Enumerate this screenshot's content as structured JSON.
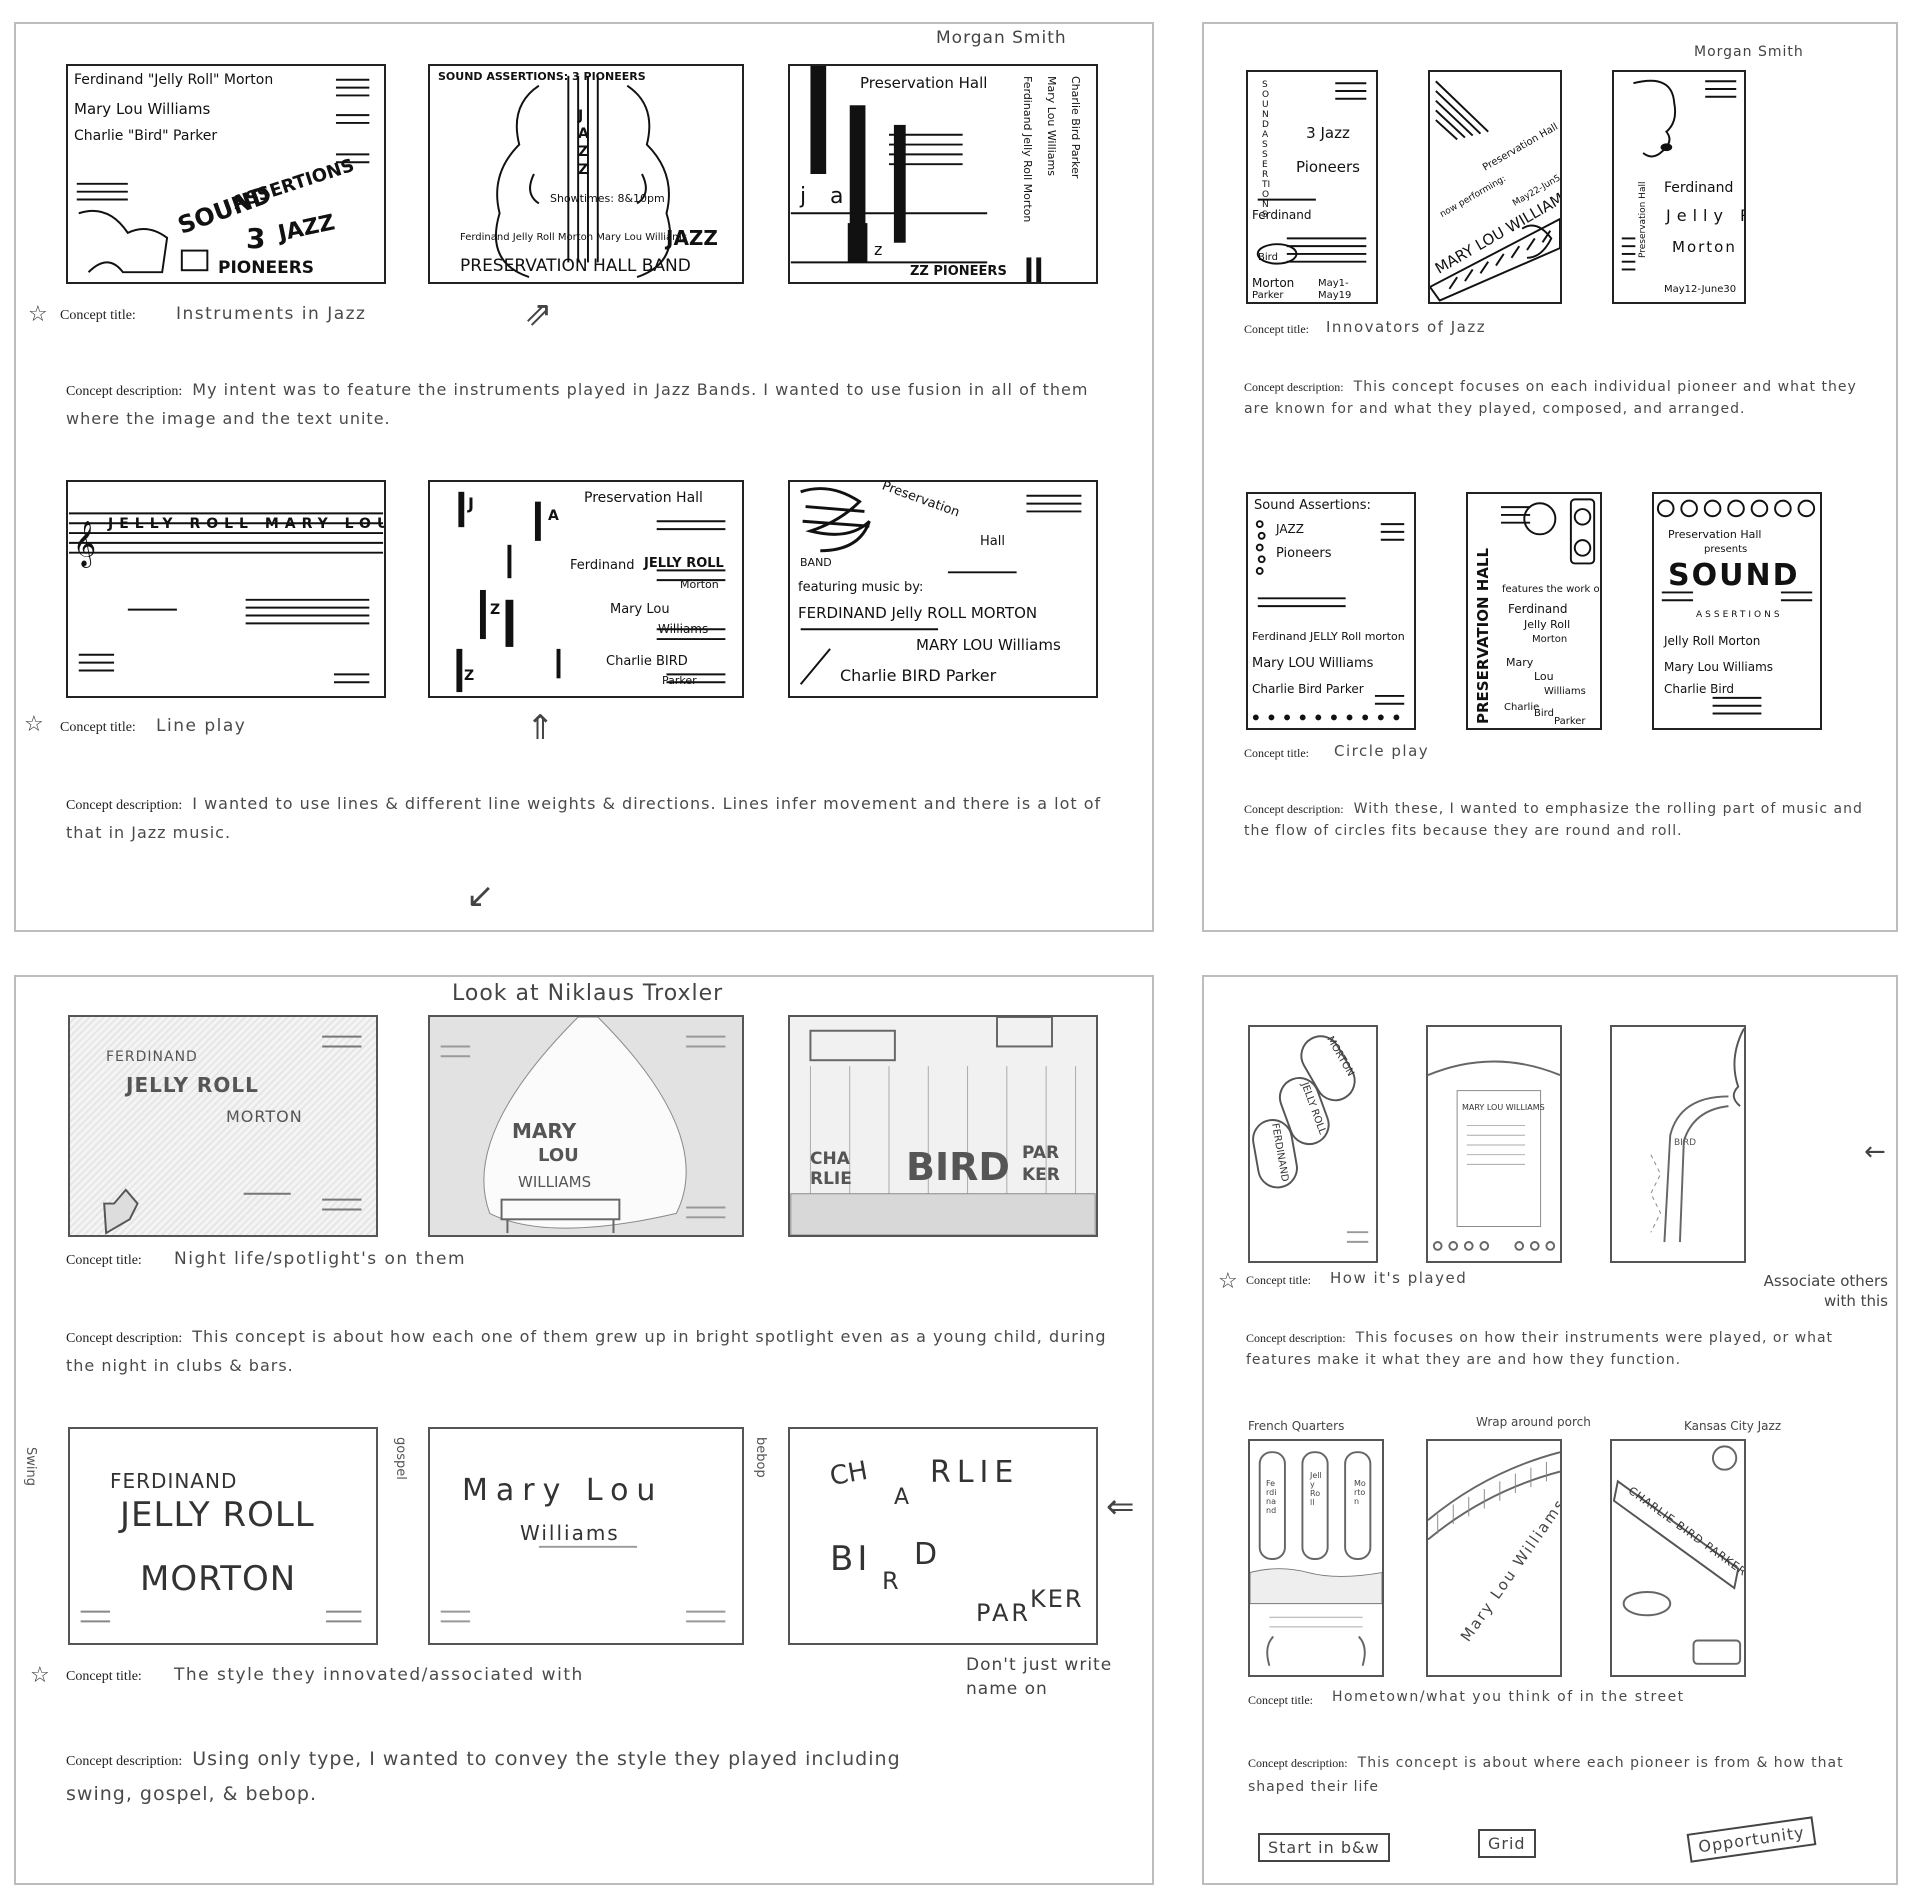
{
  "author": "Morgan Smith",
  "sheets": {
    "top_left": {
      "row1": {
        "frame1": {
          "name_lines": [
            "Ferdinand \"Jelly Roll\" Morton",
            "Mary Lou Williams",
            "Charlie \"Bird\" Parker"
          ],
          "word_sound": "SOUND",
          "word_assertions": "ASSERTIONS",
          "word_three": "3",
          "word_jazz": "JAZZ",
          "word_pioneers": "PIONEERS"
        },
        "frame2": {
          "top": "SOUND ASSERTIONS: 3 PIONEERS",
          "jazz_letters": [
            "J",
            "A",
            "Z",
            "Z"
          ],
          "showtimes": "Showtimes: 8&10pm",
          "names": "Ferdinand Jelly Roll Morton  Mary Lou Williams",
          "jazz": "JAZZ",
          "band": "PRESERVATION HALL BAND"
        },
        "frame3": {
          "top": "Preservation Hall",
          "side_names": [
            "Ferdinand Jelly Roll Morton",
            "Mary Lou Williams",
            "Charlie Bird Parker"
          ],
          "letters": [
            "j",
            "a",
            "z"
          ],
          "bottom": "ZZ PIONEERS"
        },
        "title_label": "Concept title:",
        "title": "Instruments in Jazz",
        "desc_label": "Concept description:",
        "desc": "My intent was to feature the instruments played in Jazz Bands. I wanted to use fusion in all of them where the image and the text unite."
      },
      "row2": {
        "frame1": {
          "staff_text": "JELLY ROLL  MARY LOU  CHARLIE BIRD"
        },
        "frame2": {
          "top": "Preservation Hall",
          "letters": [
            "J",
            "A",
            "Z",
            "Z"
          ],
          "name1a": "Ferdinand",
          "name1b": "JELLY ROLL",
          "name1c": "Morton",
          "name2a": "Mary Lou",
          "name2b": "Williams",
          "name3a": "Charlie BIRD",
          "name3b": "Parker"
        },
        "frame3": {
          "top1": "Preservation",
          "top2": "Hall",
          "band": "BAND",
          "featuring": "featuring music by:",
          "name1": "FERDINAND Jelly ROLL MORTON",
          "name2": "MARY LOU Williams",
          "name3": "Charlie BIRD Parker"
        },
        "title_label": "Concept title:",
        "title": "Line play",
        "desc_label": "Concept description:",
        "desc": "I wanted to use lines & different line weights & directions. Lines infer movement and there is a lot of that in Jazz music."
      }
    },
    "top_right": {
      "row1": {
        "frame1": {
          "side": "SOUND ASSERTIONS",
          "big": "3 Jazz Pioneers",
          "name1": "Ferdinand",
          "name2": "Bird",
          "name3": "Morton",
          "name4": "Parker",
          "date": "May1-May19"
        },
        "frame2": {
          "top": "Preservation Hall",
          "presents": "now performing:",
          "name": "MARY LOU WILLIAMS",
          "date": "May22-Jun5"
        },
        "frame3": {
          "side": "Preservation Hall",
          "name1": "Ferdinand",
          "name2": "Jelly Roll",
          "name3": "Morton",
          "date": "May12-June30"
        },
        "title_label": "Concept title:",
        "title": "Innovators of Jazz",
        "desc_label": "Concept description:",
        "desc": "This concept focuses on each individual pioneer and what they are known for and what they played, composed, and arranged."
      },
      "row2": {
        "frame1": {
          "top": "Sound Assertions:",
          "sub1": "JAZZ",
          "sub2": "Pioneers",
          "name1": "Ferdinand JELLY Roll morton",
          "name2": "Mary LOU Williams",
          "name3": "Charlie Bird Parker"
        },
        "frame2": {
          "side": "PRESERVATION HALL",
          "features": "features the work of:",
          "name1a": "Ferdinand",
          "name1b": "Jelly Roll",
          "name1c": "Morton",
          "name2a": "Mary",
          "name2b": "Lou",
          "name2c": "Williams",
          "name3a": "Charlie",
          "name3b": "Bird",
          "name3c": "Parker"
        },
        "frame3": {
          "top": "Preservation Hall",
          "presents": "presents",
          "big": "SOUND",
          "sub": "ASSERTIONS",
          "name1": "Jelly Roll Morton",
          "name2": "Mary Lou Williams",
          "name3": "Charlie Bird"
        },
        "title_label": "Concept title:",
        "title": "Circle play",
        "desc_label": "Concept description:",
        "desc": "With these, I wanted to emphasize the rolling part of music and the flow of circles fits because they are round and roll."
      }
    },
    "bottom_left": {
      "note": "Look at Niklaus Troxler",
      "row1": {
        "frame1": {
          "l1": "FERDINAND",
          "l2": "JELLY ROLL",
          "l3": "MORTON"
        },
        "frame2": {
          "l1": "MARY",
          "l2": "LOU",
          "l3": "WILLIAMS"
        },
        "frame3": {
          "l1": "CHA",
          "l2": "RLIE",
          "l3": "BIRD",
          "l4": "PAR",
          "l5": "KER"
        },
        "title_label": "Concept title:",
        "title": "Night life/spotlight's on them",
        "desc_label": "Concept description:",
        "desc": "This concept is about how each one of them grew up in bright spotlight even as a young child, during the night in clubs & bars."
      },
      "row2": {
        "side1": "Swing",
        "side2": "gospel",
        "side3": "bebop",
        "frame1": {
          "l1": "FERDINAND",
          "l2": "JELLY ROLL",
          "l3": "MORTON"
        },
        "frame2": {
          "l1": "Mary Lou",
          "l2": "Williams"
        },
        "frame3": {
          "l1": "CH",
          "l2": "A",
          "l3": "RLIE",
          "l4": "BI",
          "l5": "R",
          "l6": "D",
          "l7": "PAR",
          "l8": "KER"
        },
        "note": "Don't just write name on",
        "title_label": "Concept title:",
        "title": "The style they innovated/associated with",
        "desc_label": "Concept description:",
        "desc": "Using only type, I wanted to convey the style they played including swing, gospel, & bebop."
      }
    },
    "bottom_right": {
      "row1": {
        "frame1": {
          "l1": "MORTON",
          "l2": "JELLY ROLL",
          "l3": "FERDINAND"
        },
        "frame2": {
          "l1": "MARY LOU WILLIAMS"
        },
        "frame3": {
          "l1": "BIRD"
        },
        "note": "Associate others with this",
        "title_label": "Concept title:",
        "title": "How it's played",
        "desc_label": "Concept description:",
        "desc": "This focuses on how their instruments were played, or what features make it what they are and how they function."
      },
      "row2": {
        "cap1": "French Quarters",
        "cap2": "Wrap around porch",
        "cap3": "Kansas City Jazz",
        "frame1": {
          "c1": "Ferdinand",
          "c2": "Jelly Roll",
          "c3": "Morton"
        },
        "frame2": {
          "l1": "Mary Lou Williams"
        },
        "frame3": {
          "l1": "CHARLIE BIRD PARKER"
        },
        "title_label": "Concept title:",
        "title": "Hometown/what you think of in the street",
        "desc_label": "Concept description:",
        "desc": "This concept is about where each pioneer is from & how that shaped their life",
        "box1": "Start in b&w",
        "box2": "Grid",
        "box3": "Opportunity"
      }
    }
  }
}
